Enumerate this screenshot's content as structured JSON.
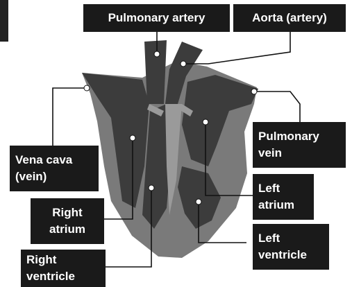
{
  "labels": {
    "pulmonary_artery": "Pulmonary artery",
    "aorta": "Aorta (artery)",
    "pulmonary_vein": "Pulmonary\nvein",
    "vena_cava": "Vena cava\n(vein)",
    "left_atrium": "Left\natrium",
    "right_atrium": "Right\natrium",
    "left_ventricle": "Left\nventricle",
    "right_ventricle": "Right\nventricle"
  },
  "colors": {
    "heart_outer": "#7a7a7a",
    "heart_chamber": "#3c3c3c",
    "heart_divider": "#9a9a9a",
    "label_bg": "#1a1a1a",
    "label_text": "#ffffff",
    "leader_line": "#111111",
    "marker_dot": "#ffffff"
  }
}
